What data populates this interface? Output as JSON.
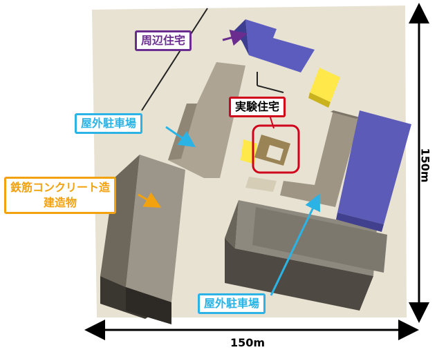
{
  "labels": {
    "surrounding_houses": "周辺住宅",
    "test_house": "実験住宅",
    "parking_left": "屋外駐車場",
    "parking_bottom": "屋外駐車場",
    "rc_building_line1": "鉄筋コンクリート造",
    "rc_building_line2": "建造物"
  },
  "dimensions": {
    "horizontal": "150m",
    "vertical": "150m"
  },
  "colors": {
    "surrounding_houses": "#6a2d8f",
    "test_house": "#d0021b",
    "parking": "#2bb3e6",
    "rc_building": "#f2a20f"
  }
}
